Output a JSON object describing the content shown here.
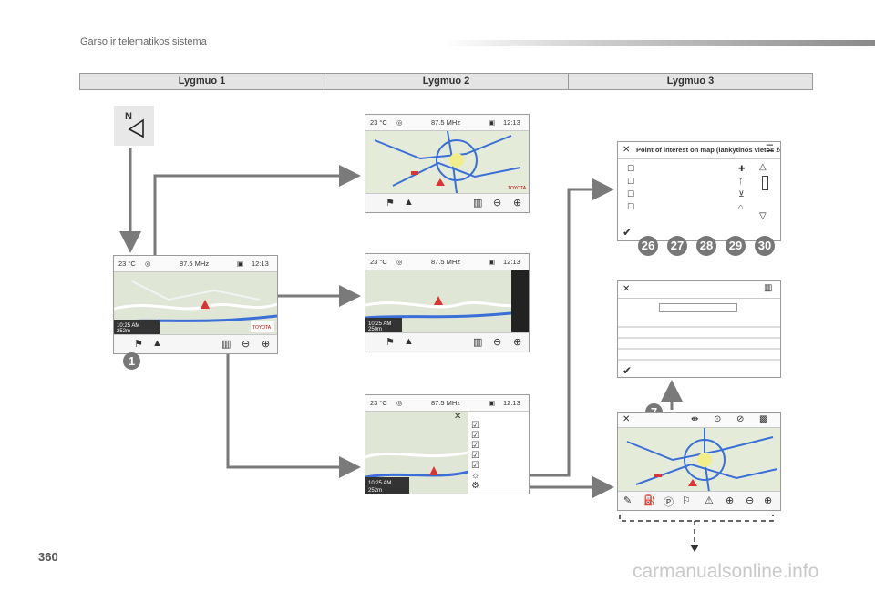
{
  "page": {
    "section_title": "Garso ir telematikos sistema",
    "page_number": "360",
    "watermark": "carmanualsonline.info"
  },
  "levels": [
    "Lygmuo 1",
    "Lygmuo 2",
    "Lygmuo 3"
  ],
  "status": {
    "temperature": "23 °C",
    "radio": "87.5 MHz",
    "time": "12:13"
  },
  "map_labels": {
    "eta": "10:25 AM",
    "distance": "252m",
    "dist_alt": "250m",
    "toyota_logo": "TOYOTA"
  },
  "compass_icon": {
    "letter": "N"
  },
  "poi_screen": {
    "title": "Point of interest on map (lankytinos vietos žemėlapyje)",
    "numbers": [
      "26",
      "27",
      "28",
      "29",
      "30"
    ]
  },
  "callouts": {
    "level1": "1",
    "settings": "7"
  },
  "colors": {
    "badge": "#777777",
    "arrow": "#7a7a7a",
    "poi_badge": "#7a7a7a",
    "route": "#3a6fd8"
  }
}
